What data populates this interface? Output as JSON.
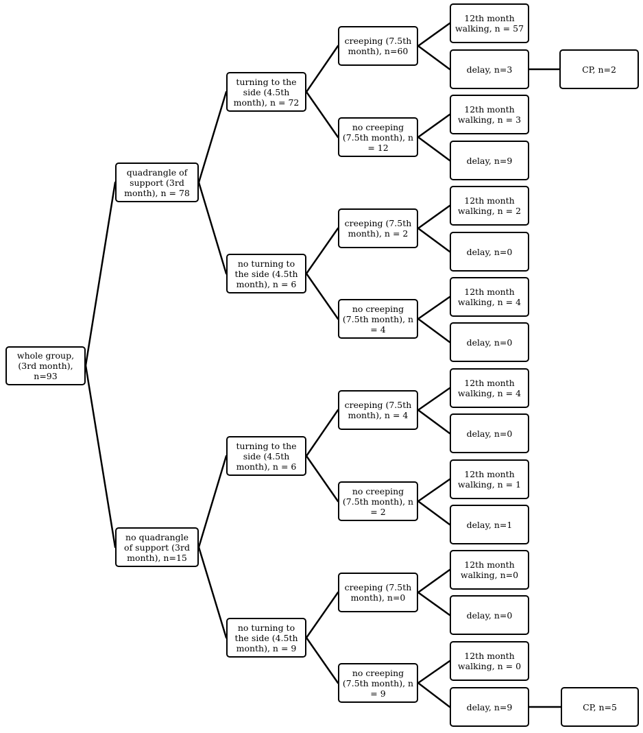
{
  "nodes": {
    "root": "whole group,\n(3rd month),\nn=93",
    "q": "quadrangle of\nsupport (3rd\nmonth), n = 78",
    "nq": "no quadrangle\nof support (3rd\nmonth), n=15",
    "q_t": "turning to the\nside (4.5th\nmonth), n = 72",
    "q_nt": "no turning to\nthe side (4.5th\nmonth), n = 6",
    "nq_t": "turning to the\nside (4.5th\nmonth), n = 6",
    "nq_nt": "no turning to\nthe side (4.5th\nmonth), n = 9",
    "q_t_c": "creeping (7.5th\nmonth), n=60",
    "q_t_nc": "no creeping\n(7.5th month), n\n= 12",
    "q_nt_c": "creeping (7.5th\nmonth), n = 2",
    "q_nt_nc": "no creeping\n(7.5th month), n\n= 4",
    "nq_t_c": "creeping (7.5th\nmonth), n = 4",
    "nq_t_nc": "no creeping\n(7.5th month), n\n= 2",
    "nq_nt_c": "creeping (7.5th\nmonth), n=0",
    "nq_nt_nc": "no creeping\n(7.5th month), n\n= 9",
    "l1w": "12th month\nwalking, n = 57",
    "l1d": "delay, n=3",
    "l2w": "12th month\nwalking, n = 3",
    "l2d": "delay, n=9",
    "l3w": "12th month\nwalking, n = 2",
    "l3d": "delay, n=0",
    "l4w": "12th month\nwalking, n = 4",
    "l4d": "delay, n=0",
    "l5w": "12th month\nwalking, n = 4",
    "l5d": "delay, n=0",
    "l6w": "12th month\nwalking, n = 1",
    "l6d": "delay, n=1",
    "l7w": "12th month\nwalking, n=0",
    "l7d": "delay, n=0",
    "l8w": "12th month\nwalking, n = 0",
    "l8d": "delay, n=9",
    "cp1": "CP, n=2",
    "cp2": "CP, n=5"
  }
}
